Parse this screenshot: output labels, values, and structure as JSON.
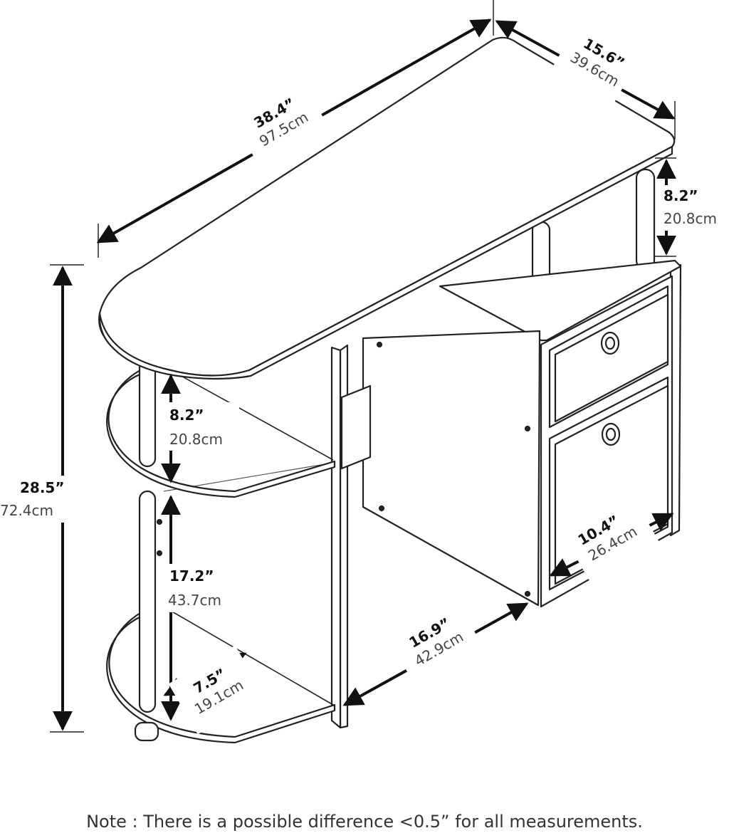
{
  "dimensions": {
    "width": {
      "in": "38.4”",
      "cm": "97.5cm"
    },
    "depth": {
      "in": "15.6”",
      "cm": "39.6cm"
    },
    "top_shelf_gap": {
      "in": "8.2”",
      "cm": "20.8cm"
    },
    "total_height": {
      "in": "28.5”",
      "cm": "72.4cm"
    },
    "upper_shelf": {
      "in": "8.2”",
      "cm": "20.8cm"
    },
    "lower_shelf": {
      "in": "17.2”",
      "cm": "43.7cm"
    },
    "shelf_depth": {
      "in": "7.5”",
      "cm": "19.1cm"
    },
    "leg_space": {
      "in": "16.9”",
      "cm": "42.9cm"
    },
    "drawer_width": {
      "in": "10.4”",
      "cm": "26.4cm"
    }
  },
  "note": "Note : There is a possible difference <0.5” for all measurements."
}
